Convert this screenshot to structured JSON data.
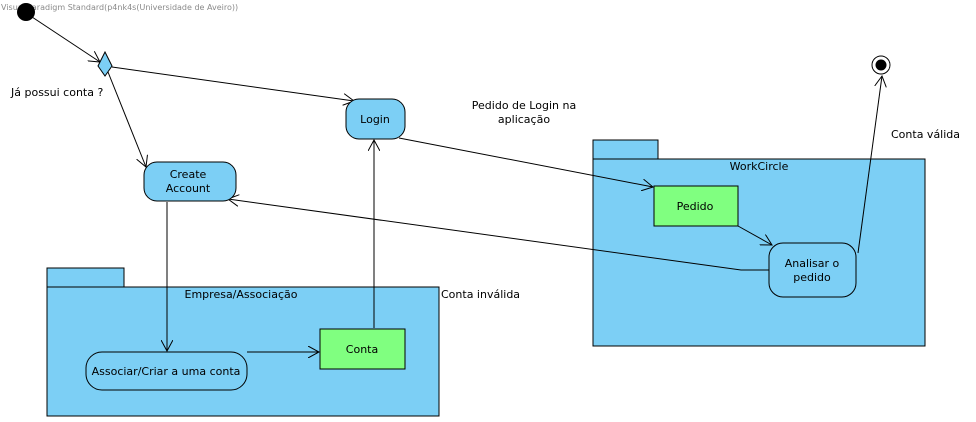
{
  "watermark": "Visual Paradigm Standard(p4nk4s(Universidade de Aveiro))",
  "guard_question": "Já possui conta ?",
  "note_login_request": [
    "Pedido de Login na",
    "aplicação"
  ],
  "guard_valid": "Conta válida",
  "guard_invalid": "Conta inválida",
  "actions": {
    "login": "Login",
    "create_account": [
      "Create",
      "Account"
    ],
    "associate": "Associar/Criar a uma conta",
    "analyze": [
      "Analisar o",
      "pedido"
    ]
  },
  "objects": {
    "conta": "Conta",
    "pedido": "Pedido"
  },
  "packages": {
    "empresa": "Empresa/Associação",
    "workcircle": "WorkCircle"
  },
  "colors": {
    "activity_fill": "#7ccff5",
    "object_fill": "#80ff80",
    "package_fill": "#7ccff5"
  }
}
